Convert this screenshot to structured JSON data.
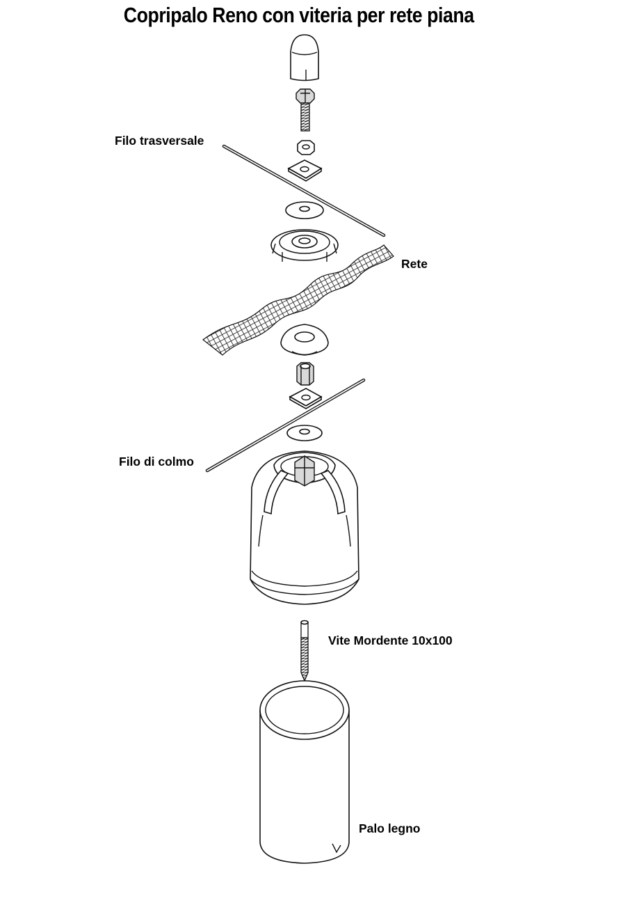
{
  "title": "Copripalo Reno con viteria per rete piana",
  "labels": {
    "filo_trasversale": "Filo trasversale",
    "rete": "Rete",
    "filo_di_colmo": "Filo di colmo",
    "vite_mordente": "Vite Mordente 10x100",
    "palo_legno": "Palo legno"
  }
}
